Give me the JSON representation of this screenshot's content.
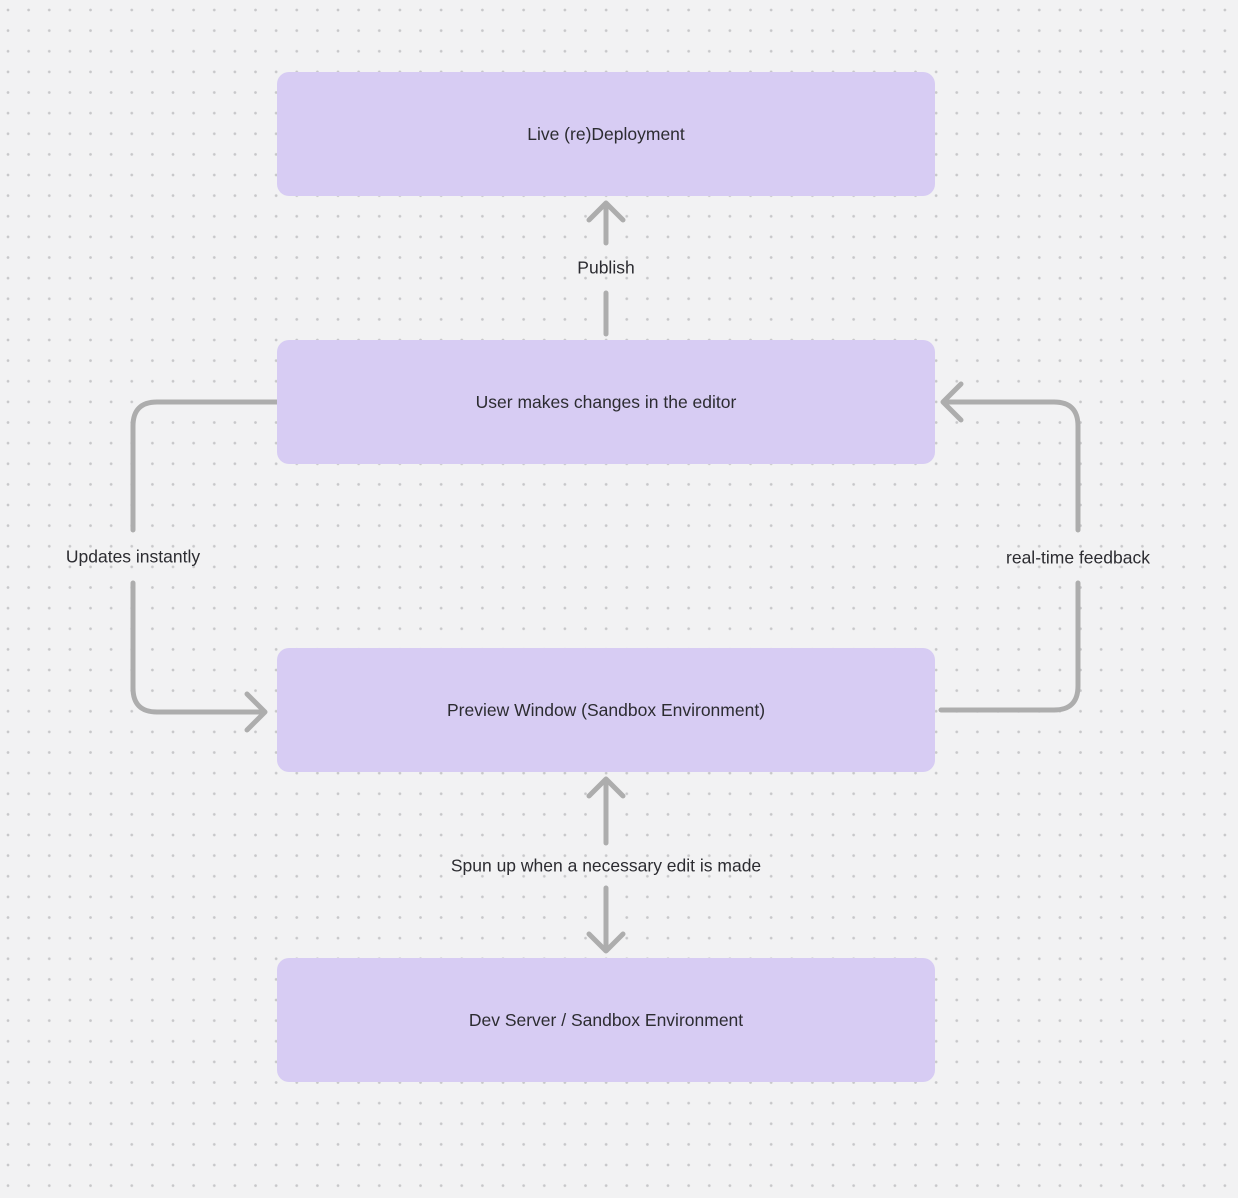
{
  "canvas": {
    "background_color": "#f2f2f3",
    "dot_grid_color": "#c7c7c9",
    "node_fill_color": "#d7ccf3",
    "connector_color": "#adadad",
    "text_color": "#2c2c31"
  },
  "nodes": [
    {
      "id": "live-redeployment",
      "label": "Live (re)Deployment"
    },
    {
      "id": "user-editor",
      "label": "User makes changes in the editor"
    },
    {
      "id": "preview-window",
      "label": "Preview Window (Sandbox Environment)"
    },
    {
      "id": "dev-server",
      "label": "Dev Server / Sandbox Environment"
    }
  ],
  "edges": [
    {
      "id": "publish",
      "label": "Publish",
      "from": "user-editor",
      "to": "live-redeployment"
    },
    {
      "id": "updates-instantly",
      "label": "Updates instantly",
      "from": "user-editor",
      "to": "preview-window"
    },
    {
      "id": "real-time-feedback",
      "label": "real-time feedback",
      "from": "preview-window",
      "to": "user-editor"
    },
    {
      "id": "spun-up",
      "label": "Spun up when a necessary edit is made",
      "from": "dev-server",
      "to": "preview-window",
      "bidirectional": true
    }
  ]
}
